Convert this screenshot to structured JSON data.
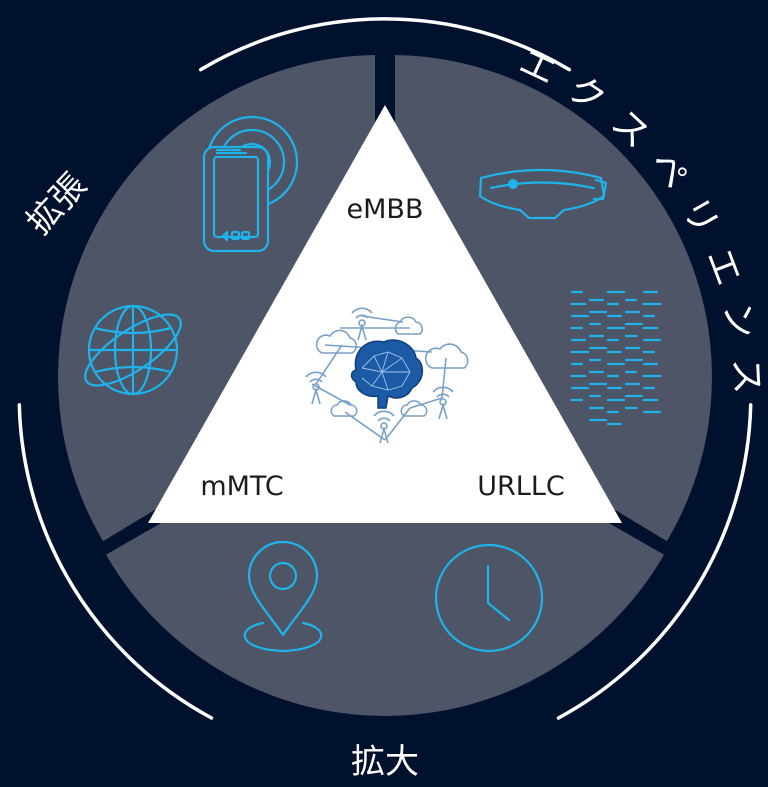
{
  "labels": {
    "left": "拡張",
    "right_chars": [
      "エ",
      "ク",
      "ス",
      "ペ",
      "リ",
      "エ",
      "ン",
      "ス"
    ],
    "bottom": "拡大"
  },
  "triangle": {
    "top": "eMBB",
    "left": "mMTC",
    "right": "URLLC"
  },
  "icons": {
    "sector_left": [
      "camera-device-icon",
      "globe-icon"
    ],
    "sector_right": [
      "vr-headset-icon",
      "data-stream-icon"
    ],
    "sector_bottom": [
      "location-pin-icon",
      "clock-icon"
    ],
    "center": "ai-brain-network-icon"
  },
  "colors": {
    "background": "#00112e",
    "sector": "#4d5566",
    "ring": "#ffffff",
    "triangle": "#ffffff",
    "icon": "#1fb3ea",
    "brain": "#1d5aa6"
  }
}
